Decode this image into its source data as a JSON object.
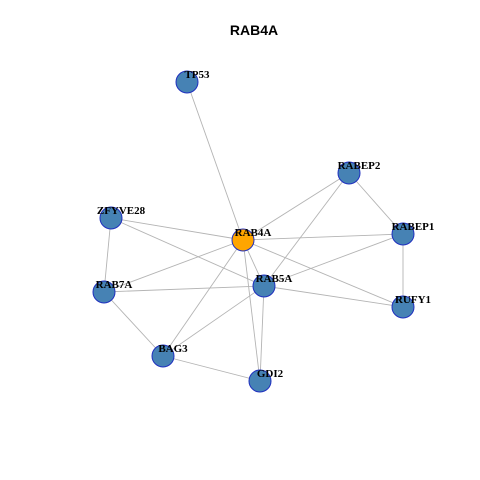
{
  "title": "RAB4A",
  "colors": {
    "focus_node": "#FFA500",
    "other_node": "#4682B4",
    "node_border": "#1F2FBF",
    "edge": "#B4B4B4"
  },
  "nodes": [
    {
      "id": "RAB4A",
      "label": "RAB4A",
      "focus": true
    },
    {
      "id": "TP53",
      "label": "TP53",
      "focus": false
    },
    {
      "id": "RABEP2",
      "label": "RABEP2",
      "focus": false
    },
    {
      "id": "ZFYVE28",
      "label": "ZFYVE28",
      "focus": false
    },
    {
      "id": "RABEP1",
      "label": "RABEP1",
      "focus": false
    },
    {
      "id": "RAB5A",
      "label": "RAB5A",
      "focus": false
    },
    {
      "id": "RAB7A",
      "label": "RAB7A",
      "focus": false
    },
    {
      "id": "RUFY1",
      "label": "RUFY1",
      "focus": false
    },
    {
      "id": "BAG3",
      "label": "BAG3",
      "focus": false
    },
    {
      "id": "GDI2",
      "label": "GDI2",
      "focus": false
    }
  ],
  "edges": [
    [
      "RAB4A",
      "TP53"
    ],
    [
      "RAB4A",
      "RABEP2"
    ],
    [
      "RAB4A",
      "ZFYVE28"
    ],
    [
      "RAB4A",
      "RABEP1"
    ],
    [
      "RAB4A",
      "RAB5A"
    ],
    [
      "RAB4A",
      "RAB7A"
    ],
    [
      "RAB4A",
      "RUFY1"
    ],
    [
      "RAB4A",
      "BAG3"
    ],
    [
      "RAB4A",
      "GDI2"
    ],
    [
      "RABEP2",
      "RABEP1"
    ],
    [
      "RABEP2",
      "RAB5A"
    ],
    [
      "ZFYVE28",
      "RAB5A"
    ],
    [
      "ZFYVE28",
      "RAB7A"
    ],
    [
      "RABEP1",
      "RAB5A"
    ],
    [
      "RABEP1",
      "RUFY1"
    ],
    [
      "RAB5A",
      "RAB7A"
    ],
    [
      "RAB5A",
      "RUFY1"
    ],
    [
      "RAB5A",
      "BAG3"
    ],
    [
      "RAB5A",
      "GDI2"
    ],
    [
      "RAB7A",
      "BAG3"
    ],
    [
      "BAG3",
      "GDI2"
    ]
  ]
}
